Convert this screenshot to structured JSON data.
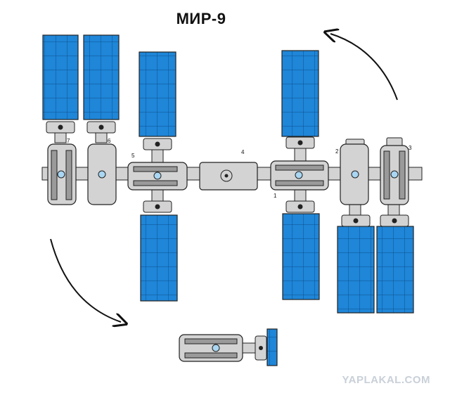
{
  "title": "МИР-9",
  "watermark": "YAPLAKAL.COM",
  "module_labels": [
    "1",
    "2",
    "3",
    "4",
    "5",
    "6",
    "7"
  ],
  "colors": {
    "solar_panel": "#1f86d8",
    "hull": "#d3d3d3",
    "outline": "#222222",
    "port": "#a9d6f2"
  }
}
